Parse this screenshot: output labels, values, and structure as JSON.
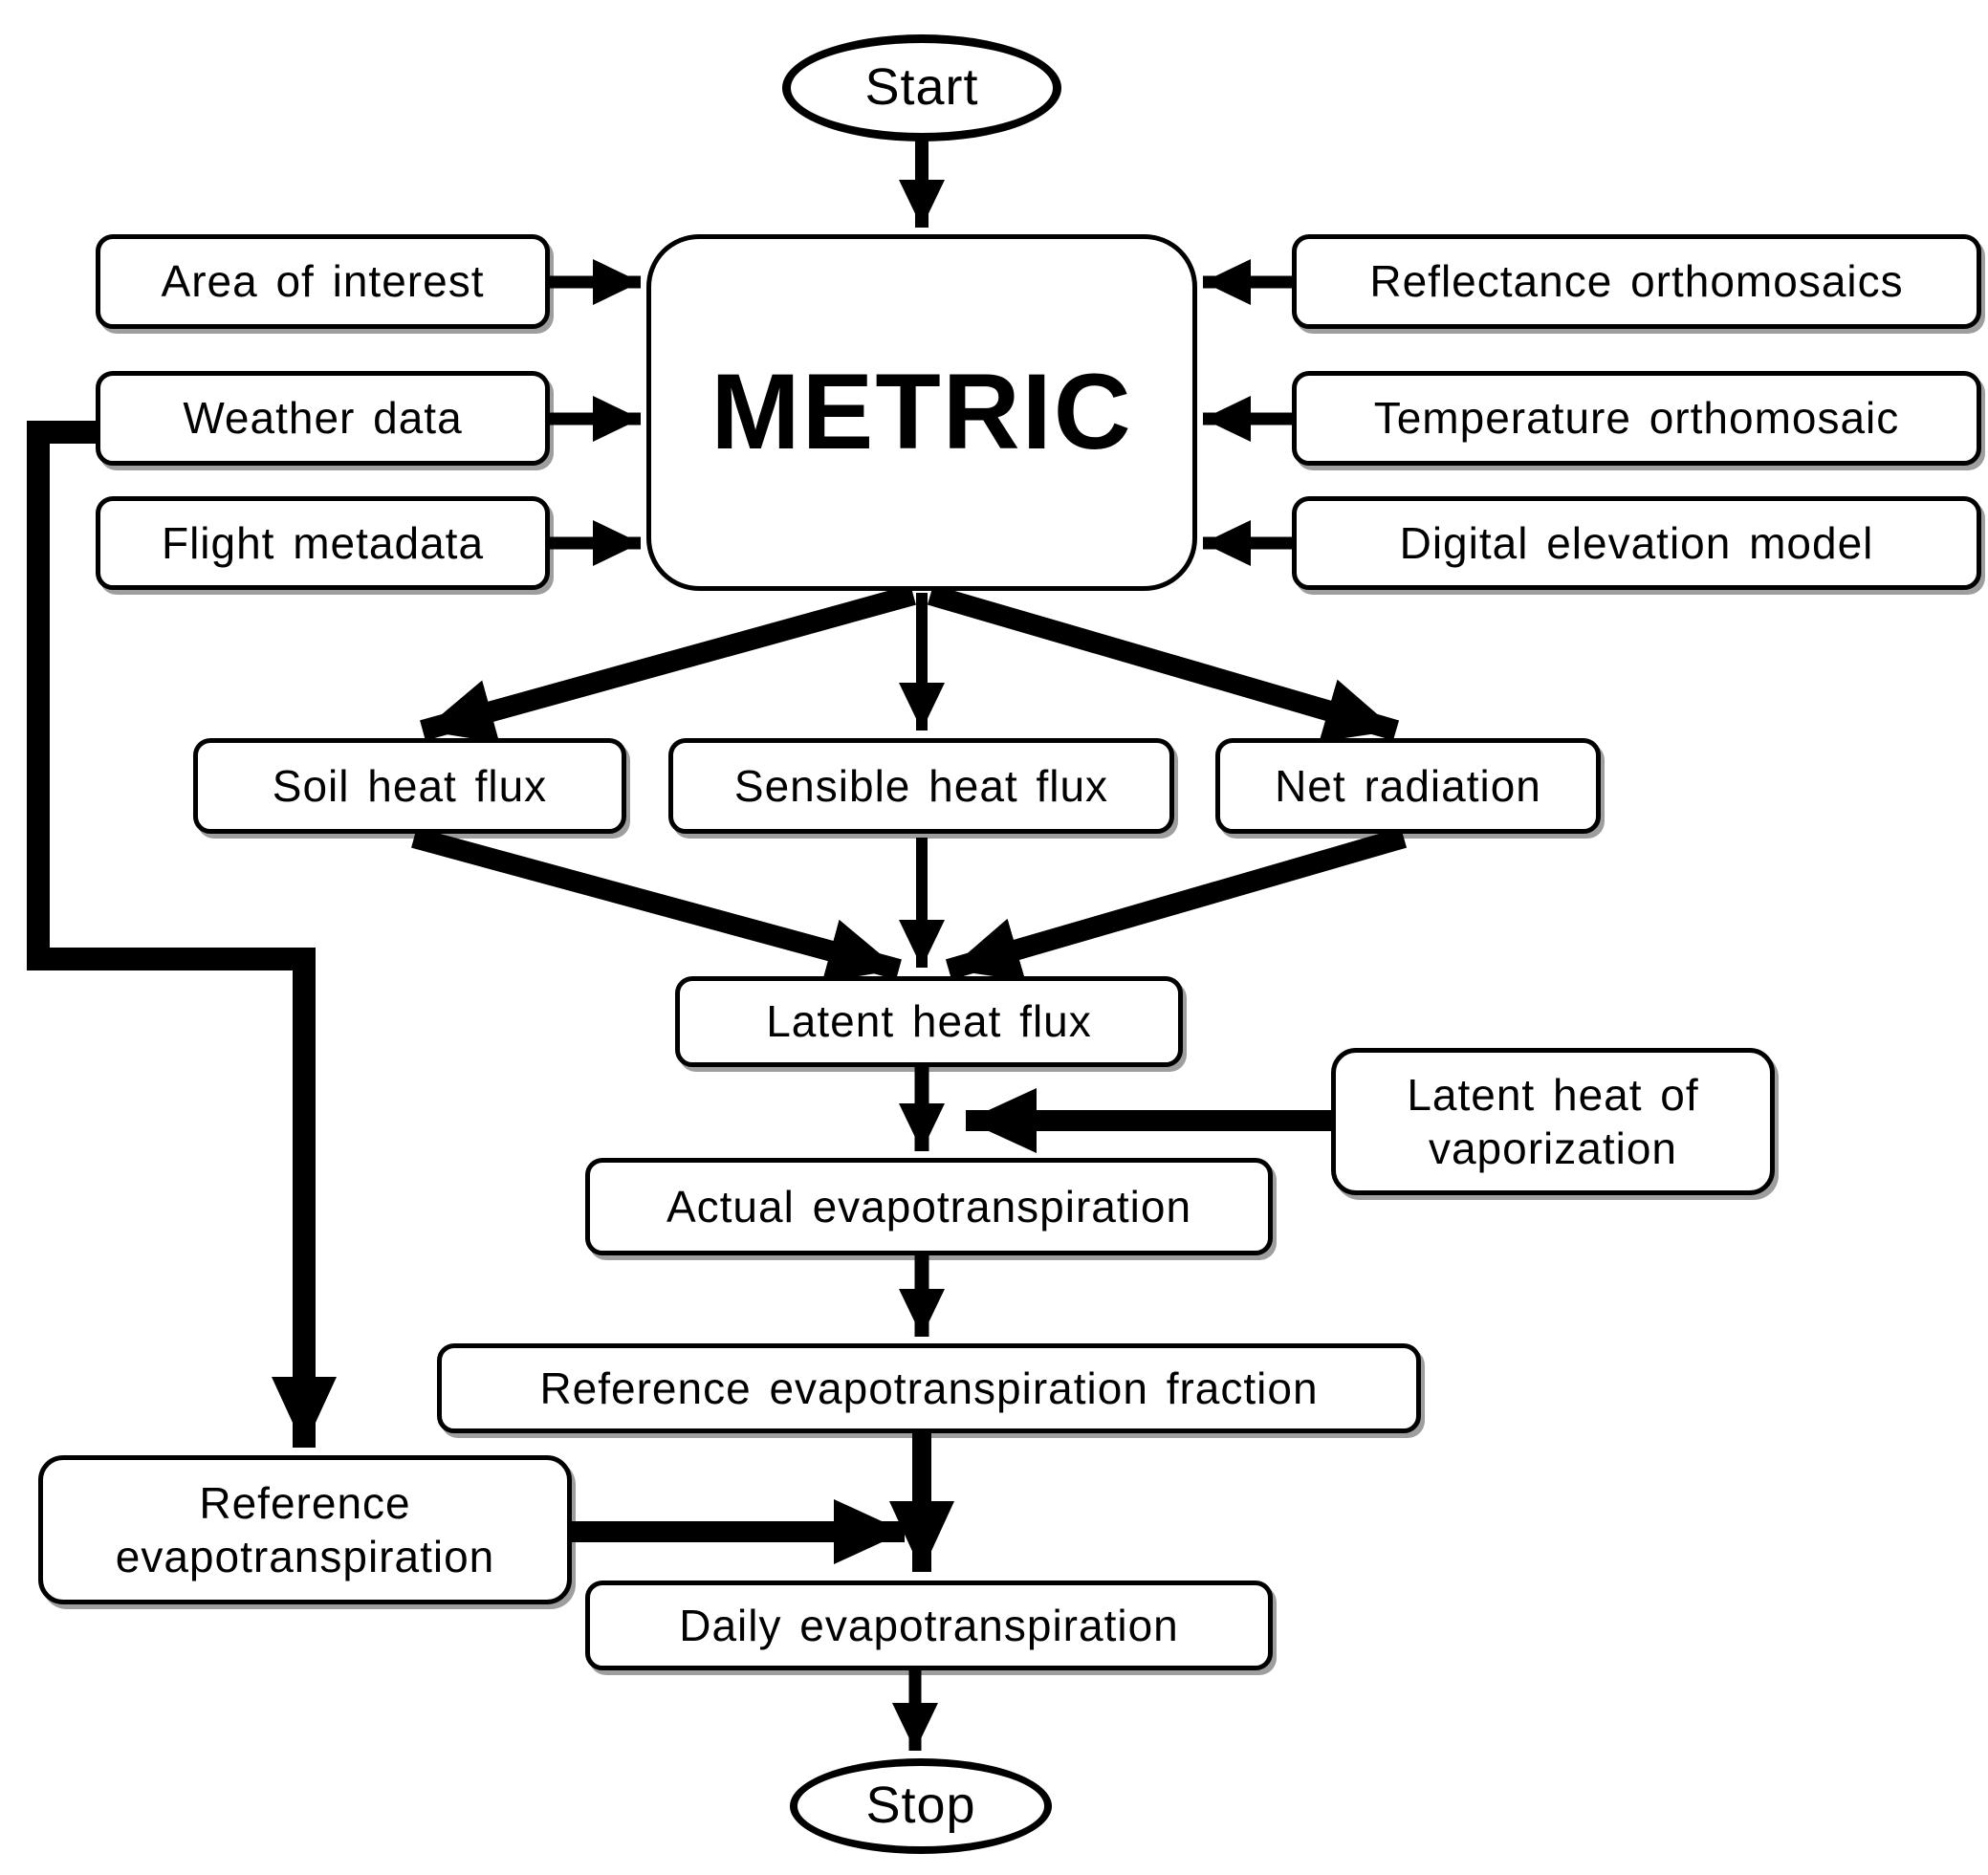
{
  "title": "METRIC evapotranspiration processing flowchart",
  "colors": {
    "stroke": "#000000",
    "node_fill": "#ffffff",
    "background": "#ffffff",
    "shadow": "rgba(0,0,0,0.38)"
  },
  "nodes": {
    "start": {
      "label": "Start",
      "shape": "terminator"
    },
    "area_of_interest": {
      "label": "Area of interest",
      "shape": "rounded-rect"
    },
    "weather_data": {
      "label": "Weather data",
      "shape": "rounded-rect"
    },
    "flight_metadata": {
      "label": "Flight metadata",
      "shape": "rounded-rect"
    },
    "metric": {
      "label": "METRIC",
      "shape": "rounded-rect"
    },
    "reflectance_orthomosaics": {
      "label": "Reflectance orthomosaics",
      "shape": "rounded-rect"
    },
    "temperature_orthomosaic": {
      "label": "Temperature orthomosaic",
      "shape": "rounded-rect"
    },
    "digital_elevation_model": {
      "label": "Digital elevation model",
      "shape": "rounded-rect"
    },
    "soil_heat_flux": {
      "label": "Soil heat flux",
      "shape": "rounded-rect"
    },
    "sensible_heat_flux": {
      "label": "Sensible heat flux",
      "shape": "rounded-rect"
    },
    "net_radiation": {
      "label": "Net radiation",
      "shape": "rounded-rect"
    },
    "latent_heat_flux": {
      "label": "Latent heat flux",
      "shape": "rounded-rect"
    },
    "latent_heat_of_vaporization": {
      "label": "Latent heat of vaporization",
      "shape": "rounded-rect"
    },
    "actual_evapotranspiration": {
      "label": "Actual evapotranspiration",
      "shape": "rounded-rect"
    },
    "reference_evapotranspiration_fraction": {
      "label": "Reference evapotranspiration fraction",
      "shape": "rounded-rect"
    },
    "reference_evapotranspiration": {
      "label": "Reference evapotranspiration",
      "shape": "rounded-rect"
    },
    "daily_evapotranspiration": {
      "label": "Daily evapotranspiration",
      "shape": "rounded-rect"
    },
    "stop": {
      "label": "Stop",
      "shape": "terminator"
    }
  },
  "edges": [
    {
      "from": "start",
      "to": "metric"
    },
    {
      "from": "area_of_interest",
      "to": "metric"
    },
    {
      "from": "weather_data",
      "to": "metric"
    },
    {
      "from": "flight_metadata",
      "to": "metric"
    },
    {
      "from": "reflectance_orthomosaics",
      "to": "metric"
    },
    {
      "from": "temperature_orthomosaic",
      "to": "metric"
    },
    {
      "from": "digital_elevation_model",
      "to": "metric"
    },
    {
      "from": "metric",
      "to": "soil_heat_flux"
    },
    {
      "from": "metric",
      "to": "sensible_heat_flux"
    },
    {
      "from": "metric",
      "to": "net_radiation"
    },
    {
      "from": "soil_heat_flux",
      "to": "latent_heat_flux"
    },
    {
      "from": "sensible_heat_flux",
      "to": "latent_heat_flux"
    },
    {
      "from": "net_radiation",
      "to": "latent_heat_flux"
    },
    {
      "from": "latent_heat_flux",
      "to": "actual_evapotranspiration"
    },
    {
      "from": "latent_heat_of_vaporization",
      "to": "actual_evapotranspiration"
    },
    {
      "from": "actual_evapotranspiration",
      "to": "reference_evapotranspiration_fraction"
    },
    {
      "from": "reference_evapotranspiration_fraction",
      "to": "daily_evapotranspiration"
    },
    {
      "from": "weather_data",
      "to": "reference_evapotranspiration"
    },
    {
      "from": "reference_evapotranspiration",
      "to": "daily_evapotranspiration"
    },
    {
      "from": "daily_evapotranspiration",
      "to": "stop"
    }
  ]
}
